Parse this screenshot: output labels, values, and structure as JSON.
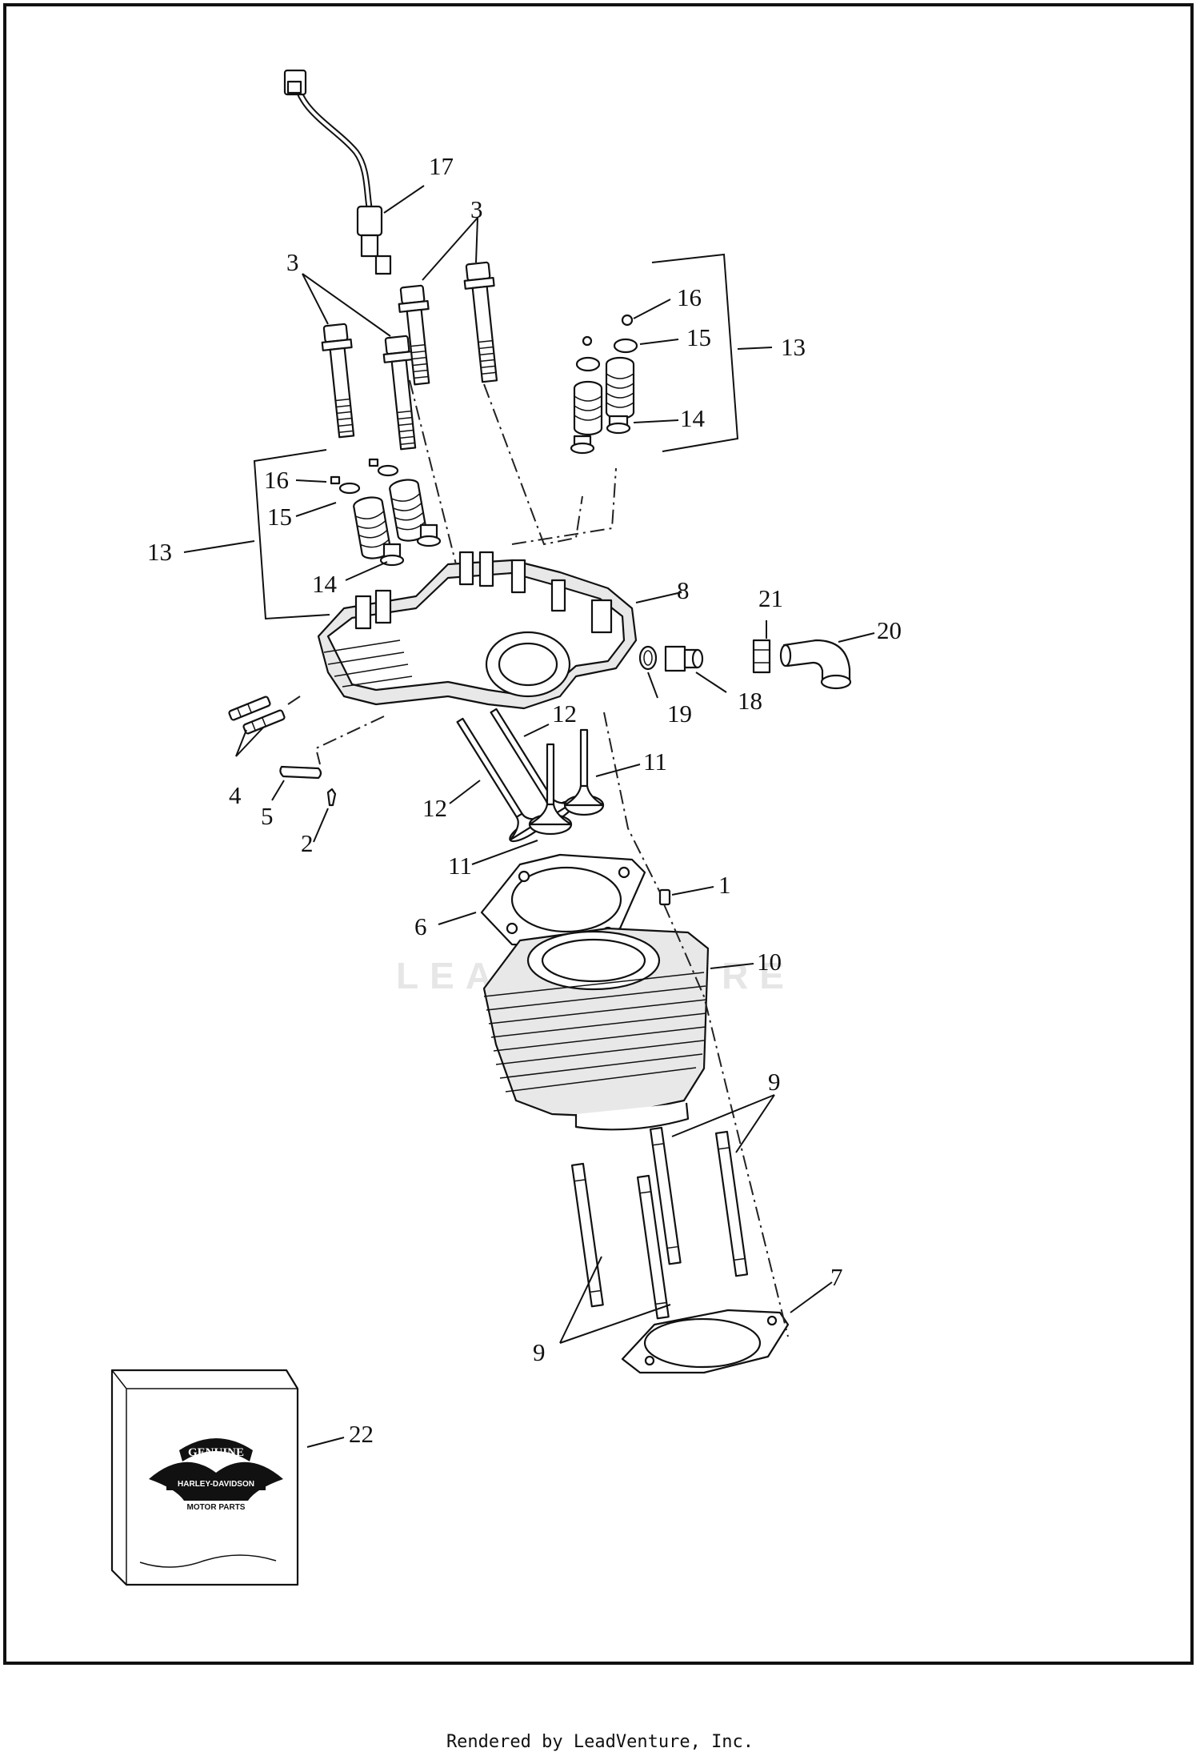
{
  "watermark": "LEADVENTURE",
  "logo": {
    "top": "GENUINE",
    "middle": "HARLEY-DAVIDSON",
    "bottom": "MOTOR PARTS"
  },
  "callouts": {
    "c1": "1",
    "c2": "2",
    "c3a": "3",
    "c3b": "3",
    "c4": "4",
    "c5": "5",
    "c6": "6",
    "c7": "7",
    "c8": "8",
    "c9a": "9",
    "c9b": "9",
    "c10": "10",
    "c11a": "11",
    "c11b": "11",
    "c12a": "12",
    "c12b": "12",
    "c13a": "13",
    "c13b": "13",
    "c14a": "14",
    "c14b": "14",
    "c15a": "15",
    "c15b": "15",
    "c16a": "16",
    "c16b": "16",
    "c17": "17",
    "c18": "18",
    "c19": "19",
    "c20": "20",
    "c21": "21",
    "c22": "22"
  },
  "footer": "Rendered by LeadVenture, Inc."
}
